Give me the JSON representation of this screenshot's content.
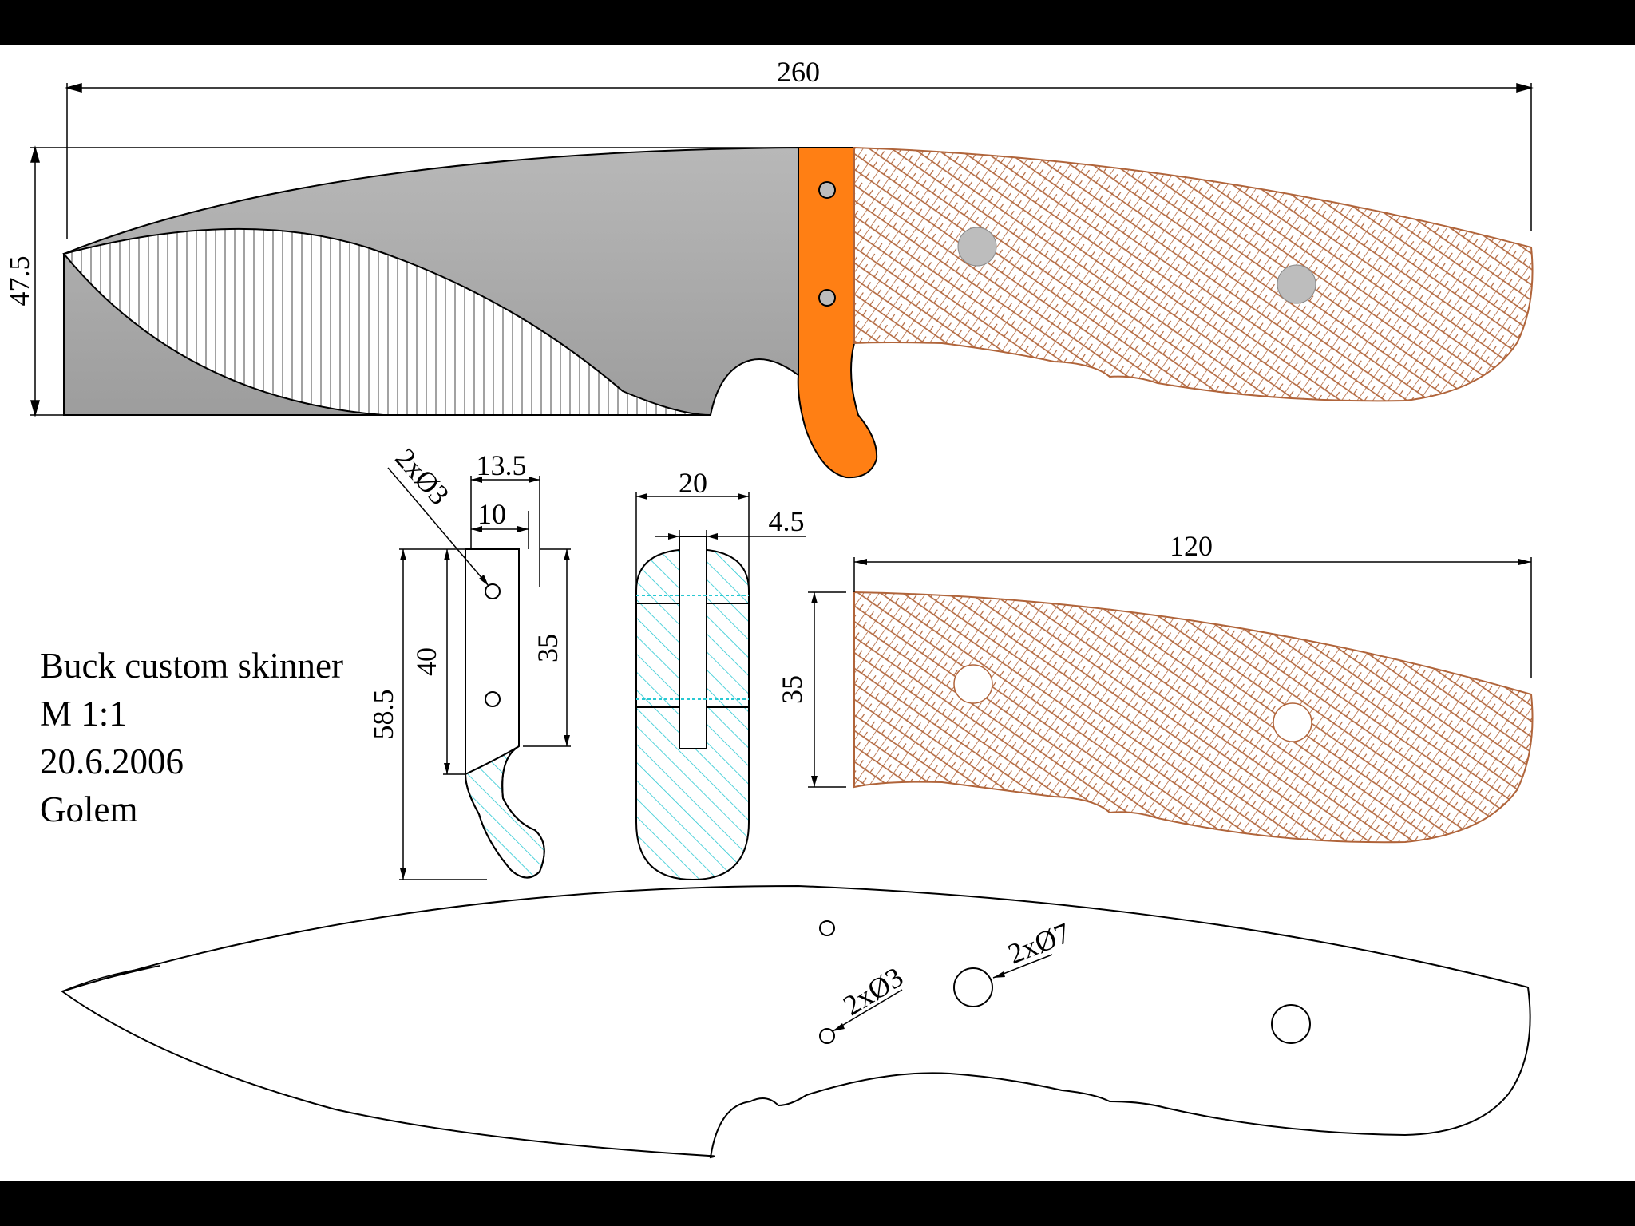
{
  "drawing": {
    "title_block": {
      "name": "Buck custom skinner",
      "scale": "M 1:1",
      "date": "20.6.2006",
      "author": "Golem"
    },
    "dimensions": {
      "overall_length": "260",
      "blade_height": "47.5",
      "guard_width": "13.5",
      "guard_inner_width": "10",
      "guard_hole_callout": "2xØ3",
      "guard_height_total": "58.5",
      "guard_hole_span": "40",
      "guard_face_height": "35",
      "guard_end_width": "20",
      "guard_slot_width": "4.5",
      "scale_length": "120",
      "scale_height": "35",
      "tang_small_holes": "2xØ3",
      "tang_large_holes": "2xØ7"
    },
    "colors": {
      "background": "#000000",
      "sheet": "#ffffff",
      "blade_steel": "#a9a9a9",
      "guard": "#ff7f14",
      "handle_hatch": "#b0643a",
      "section_hatch": "#28c8d2",
      "pin": "#bdbdbd"
    }
  }
}
